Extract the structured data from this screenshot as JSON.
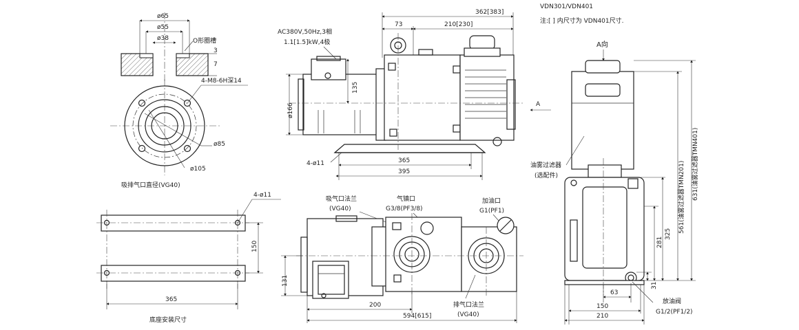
{
  "notes": {
    "models": "VDN301/VDN401",
    "bracket_note": "注:[ ] 内尺寸为 VDN401尺寸."
  },
  "flange_view": {
    "d65": "ø65",
    "d55": "ø55",
    "d38": "ø38",
    "oring": "O形圈槽",
    "dim3": "3",
    "dim7": "7",
    "holes": "4-M8-6H深14",
    "d85": "ø85",
    "d105": "ø105",
    "caption": "吸排气口直径(VG40)"
  },
  "base_view": {
    "holes": "4-ø11",
    "dim150": "150",
    "dim365": "365",
    "caption": "底座安装尺寸"
  },
  "front_view": {
    "dim362": "362[383]",
    "dim73": "73",
    "dim210": "210[230]",
    "motor_spec_1": "AC380V,50Hz,3相",
    "motor_spec_2": "1.1[1.5]kW,4极",
    "dim135": "135",
    "d166": "ø166",
    "arrow_a": "A",
    "holes": "4-ø11",
    "dim365": "365",
    "dim395": "395"
  },
  "top_view": {
    "suction_label": "吸气口法兰",
    "suction_sub": "(VG40)",
    "ballast_label": "气镇口",
    "ballast_sub": "G3/8(PF3/8)",
    "fill_label": "加油口",
    "fill_sub": "G1(PF1)",
    "exhaust_label": "排气口法兰",
    "exhaust_sub": "(VG40)",
    "dim131": "131",
    "dim200": "200",
    "dim594": "594[615]"
  },
  "side_view": {
    "view_a": "A向",
    "filter_label": "油雾过滤器",
    "filter_sub": "(选配件)",
    "dim631": "631(油雾过滤器TMN401)",
    "dim561": "561(油雾过滤器TMN201)",
    "dim325": "325",
    "dim281": "281",
    "dim31": "31",
    "dim63": "63",
    "dim150": "150",
    "dim210": "210",
    "drain_label": "放油阀",
    "drain_sub": "G1/2(PF1/2)"
  }
}
